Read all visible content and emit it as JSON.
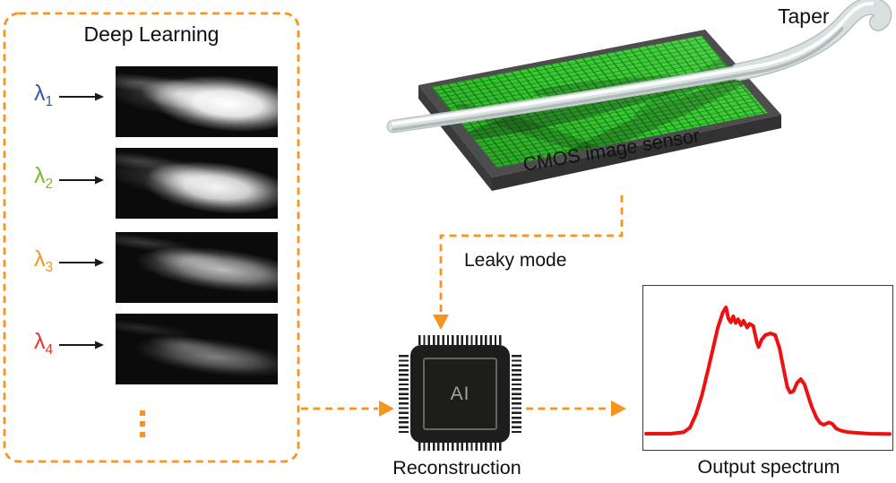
{
  "colors": {
    "accent_orange": "#F7941E",
    "black_arrow": "#1a1a1a",
    "chip_black": "#1D1D1B",
    "chip_text_gray": "#a2a2a2",
    "sensor_green": "#3BD334",
    "sensor_frame_gray": "#4d4d4d",
    "fiber_gray": "#d3dada",
    "spectrum_red": "#EE1111",
    "lambda1_blue": "#3757A6",
    "lambda2_green": "#79BC1E",
    "lambda3_orange": "#F7941E",
    "lambda4_red": "#E5352B"
  },
  "deep_learning": {
    "title": "Deep Learning",
    "inputs": [
      {
        "symbol": "λ",
        "sub": "1",
        "color": "#3757A6",
        "pattern": "speckle"
      },
      {
        "symbol": "λ",
        "sub": "2",
        "color": "#79BC1E",
        "pattern": "speckle"
      },
      {
        "symbol": "λ",
        "sub": "3",
        "color": "#F7941E",
        "pattern": "speckle"
      },
      {
        "symbol": "λ",
        "sub": "4",
        "color": "#E5352B",
        "pattern": "speckle"
      }
    ],
    "ellipsis": "more wavelengths"
  },
  "sensor": {
    "taper_label": "Taper",
    "cmos_label": "CMOS image sensor"
  },
  "pipeline": {
    "leaky_mode_label": "Leaky mode",
    "chip_label": "AI",
    "reconstruction_label": "Reconstruction",
    "output_spectrum_label": "Output spectrum"
  },
  "chart_data": {
    "type": "line",
    "title": "Output spectrum",
    "xlabel": "",
    "ylabel": "",
    "axes_visible": false,
    "legend": null,
    "line_color": "#EE1111",
    "x_range": [
      0,
      1
    ],
    "y_range": [
      0,
      1
    ],
    "points": [
      [
        0.0,
        0.09
      ],
      [
        0.1,
        0.09
      ],
      [
        0.155,
        0.1
      ],
      [
        0.18,
        0.13
      ],
      [
        0.205,
        0.22
      ],
      [
        0.23,
        0.35
      ],
      [
        0.255,
        0.52
      ],
      [
        0.275,
        0.66
      ],
      [
        0.295,
        0.8
      ],
      [
        0.315,
        0.9
      ],
      [
        0.328,
        0.935
      ],
      [
        0.338,
        0.86
      ],
      [
        0.348,
        0.835
      ],
      [
        0.358,
        0.875
      ],
      [
        0.368,
        0.83
      ],
      [
        0.378,
        0.855
      ],
      [
        0.39,
        0.815
      ],
      [
        0.4,
        0.845
      ],
      [
        0.415,
        0.8
      ],
      [
        0.425,
        0.825
      ],
      [
        0.44,
        0.81
      ],
      [
        0.455,
        0.7
      ],
      [
        0.462,
        0.67
      ],
      [
        0.475,
        0.72
      ],
      [
        0.49,
        0.75
      ],
      [
        0.51,
        0.76
      ],
      [
        0.53,
        0.75
      ],
      [
        0.548,
        0.66
      ],
      [
        0.565,
        0.52
      ],
      [
        0.58,
        0.4
      ],
      [
        0.592,
        0.365
      ],
      [
        0.605,
        0.375
      ],
      [
        0.62,
        0.43
      ],
      [
        0.635,
        0.455
      ],
      [
        0.65,
        0.42
      ],
      [
        0.665,
        0.345
      ],
      [
        0.68,
        0.27
      ],
      [
        0.7,
        0.195
      ],
      [
        0.715,
        0.16
      ],
      [
        0.73,
        0.15
      ],
      [
        0.75,
        0.165
      ],
      [
        0.765,
        0.155
      ],
      [
        0.78,
        0.125
      ],
      [
        0.8,
        0.11
      ],
      [
        0.83,
        0.1
      ],
      [
        0.87,
        0.095
      ],
      [
        0.92,
        0.09
      ],
      [
        1.0,
        0.088
      ]
    ]
  }
}
